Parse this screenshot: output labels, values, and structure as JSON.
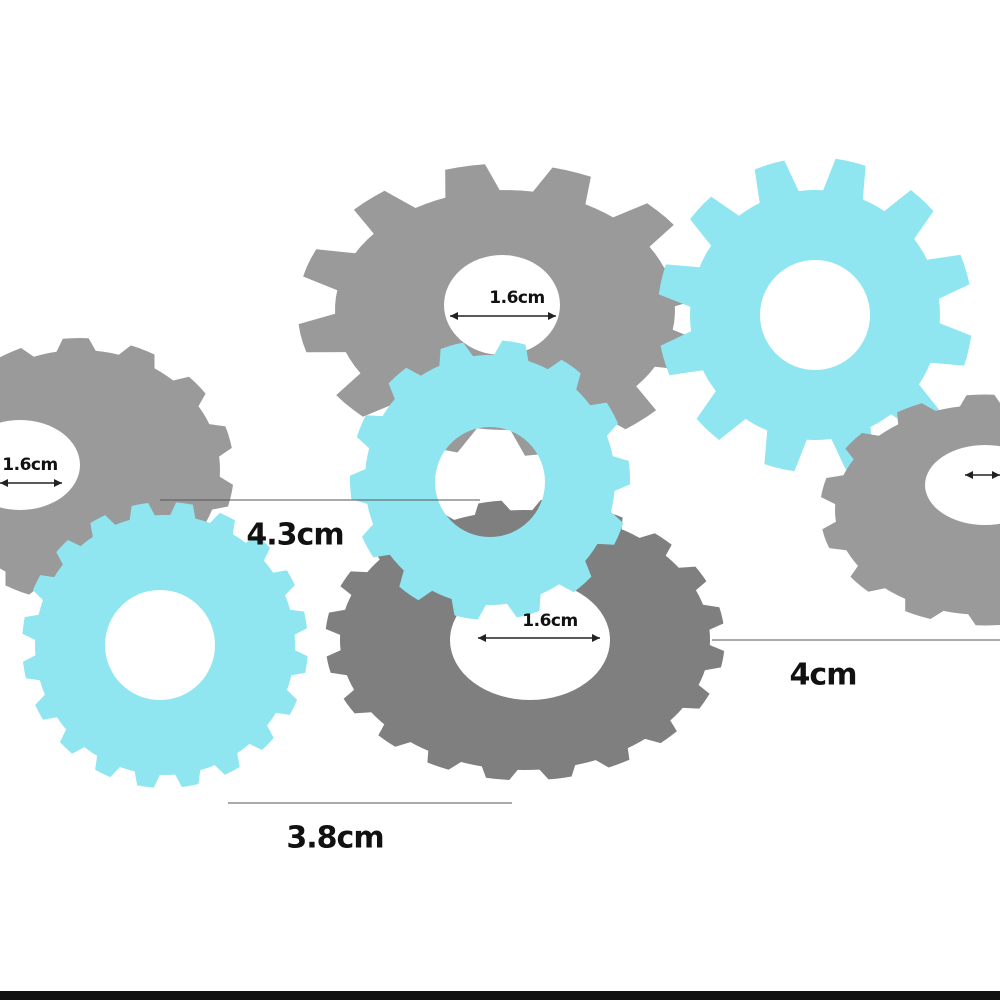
{
  "colors": {
    "gray_ring": "#9a9a9a",
    "gray_dark": "#7f7f7f",
    "blue_ring": "#8fe6f0",
    "blue_shade": "#4aa8ee",
    "line": "#555555"
  },
  "dimensions": {
    "top_gear_inner": "1.6cm",
    "left_ring_inner": "1.6cm",
    "middle_width": "4.3cm",
    "bottom_ring_inner": "1.6cm",
    "right_width": "4cm",
    "bottom_width": "3.8cm"
  }
}
